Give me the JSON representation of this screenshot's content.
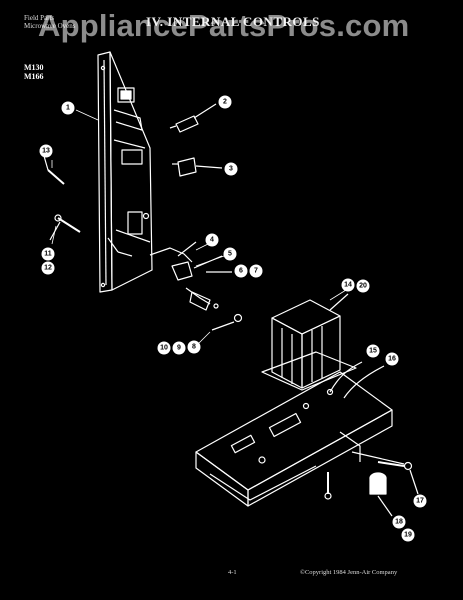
{
  "header": {
    "left_line1": "Field Parts",
    "left_line2": "Microwave Ovens",
    "title": "IV. INTERNAL CONTROLS",
    "watermark": "AppliancePartsPros.com"
  },
  "models": [
    "M130",
    "M166"
  ],
  "callouts": {
    "c1": "1",
    "c2": "2",
    "c3": "3",
    "c4": "4",
    "c5": "5",
    "c6": "6",
    "c7": "7",
    "c8": "8",
    "c9": "9",
    "c10": "10",
    "c11": "11",
    "c12": "12",
    "c13": "13",
    "c14": "14",
    "c15": "15",
    "c16": "16",
    "c17": "17",
    "c18": "18",
    "c19": "19",
    "c20": "20"
  },
  "footer": {
    "page_number": "4-1",
    "copyright": "©Copyright 1984 Jenn-Air Company"
  }
}
